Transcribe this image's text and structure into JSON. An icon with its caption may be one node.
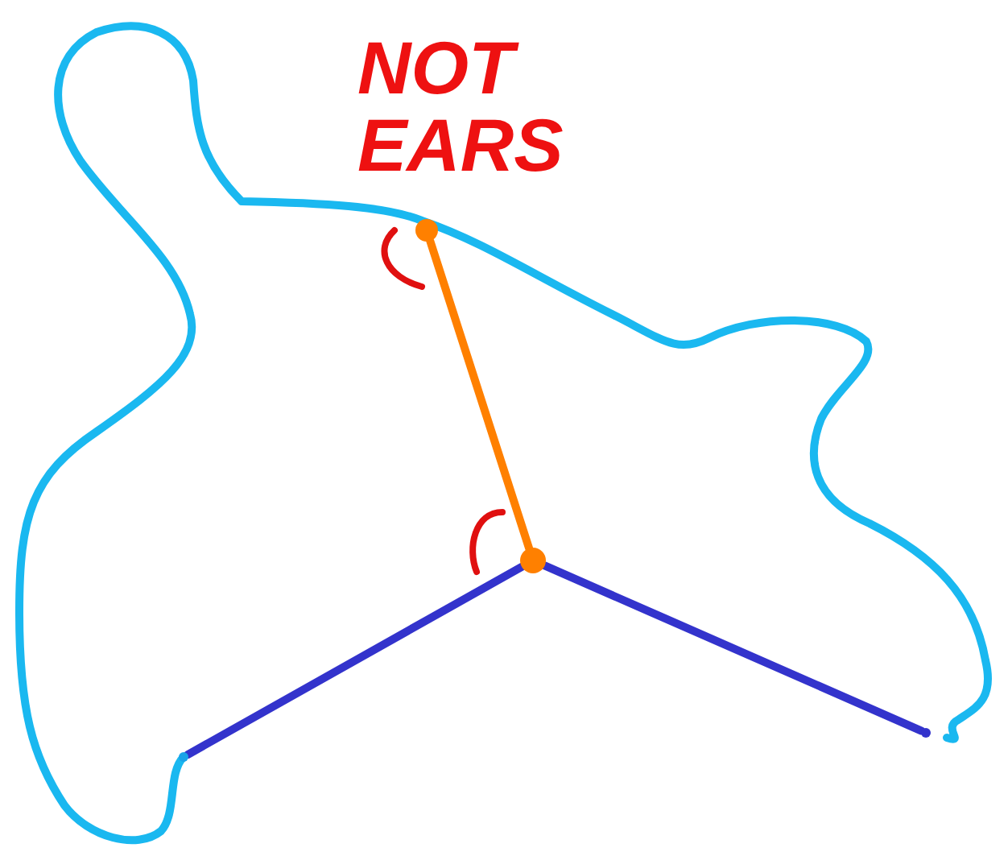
{
  "diagram": {
    "nodes": [
      {
        "text": [],
        "shape": "circle"
      },
      {
        "text": [],
        "shape": "circle"
      },
      {
        "text": [],
        "shape": "circle"
      },
      {
        "text": [],
        "shape": "circle"
      }
    ],
    "edges": [
      {
        "from": 0,
        "to": 1,
        "arrow": "none",
        "color": "#ff8000"
      },
      {
        "from": 1,
        "to": 2,
        "arrow": "none",
        "color": "#3333cc"
      },
      {
        "from": 1,
        "to": 3,
        "arrow": "none",
        "color": "#3333cc"
      }
    ],
    "labels": [
      "NOT EARS"
    ]
  }
}
